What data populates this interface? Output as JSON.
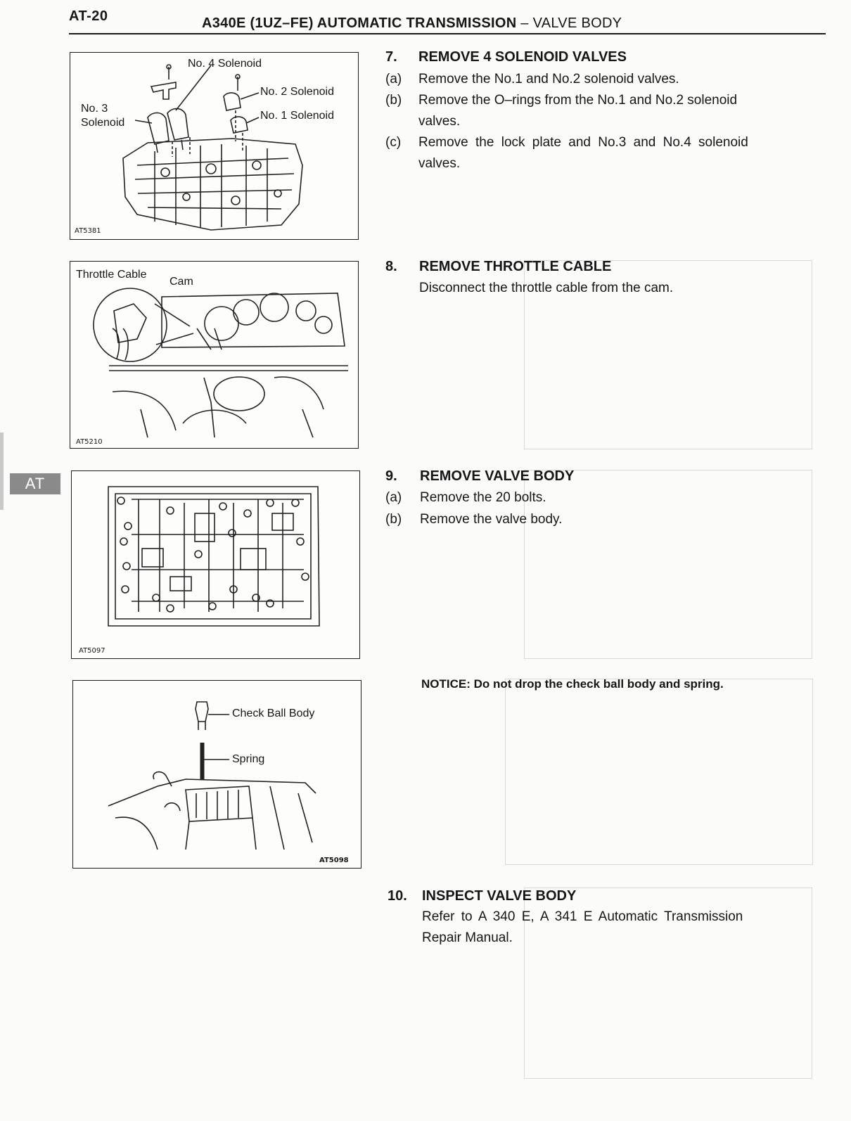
{
  "header": {
    "page_id": "AT-20",
    "title": "A340E (1UZ–FE) AUTOMATIC TRANSMISSION",
    "section": "– VALVE BODY"
  },
  "side_tab": "AT",
  "figures": {
    "fig1": {
      "code": "AT5381",
      "labels": {
        "no4": "No. 4 Solenoid",
        "no2": "No. 2 Solenoid",
        "no1": "No. 1 Solenoid",
        "no3": "No. 3\nSolenoid"
      }
    },
    "fig2": {
      "code": "AT5210",
      "labels": {
        "throttle": "Throttle Cable",
        "cam": "Cam"
      }
    },
    "fig3": {
      "code": "AT5097"
    },
    "fig4": {
      "code": "AT5098",
      "labels": {
        "check_ball": "Check Ball Body",
        "spring": "Spring"
      }
    }
  },
  "steps": {
    "s7": {
      "num": "7.",
      "heading": "REMOVE 4 SOLENOID VALVES",
      "items": [
        {
          "label": "(a)",
          "lines": [
            "Remove the No.1 and No.2 solenoid valves."
          ]
        },
        {
          "label": "(b)",
          "lines": [
            "Remove the O–rings from the No.1 and No.2 solenoid",
            "valves."
          ]
        },
        {
          "label": "(c)",
          "lines": [
            "Remove the lock plate and No.3 and No.4 solenoid",
            "valves."
          ]
        }
      ]
    },
    "s8": {
      "num": "8.",
      "heading": "REMOVE THROTTLE CABLE",
      "text": "Disconnect the throttle cable from the cam."
    },
    "s9": {
      "num": "9.",
      "heading": "REMOVE VALVE BODY",
      "items": [
        {
          "label": "(a)",
          "lines": [
            "Remove the 20 bolts."
          ]
        },
        {
          "label": "(b)",
          "lines": [
            "Remove the valve body."
          ]
        }
      ]
    },
    "notice": "NOTICE: Do not drop the check ball body and spring.",
    "s10": {
      "num": "10.",
      "heading": "INSPECT VALVE BODY",
      "lines": [
        "Refer to A 340 E, A 341 E Automatic Transmission",
        "Repair Manual."
      ]
    }
  }
}
